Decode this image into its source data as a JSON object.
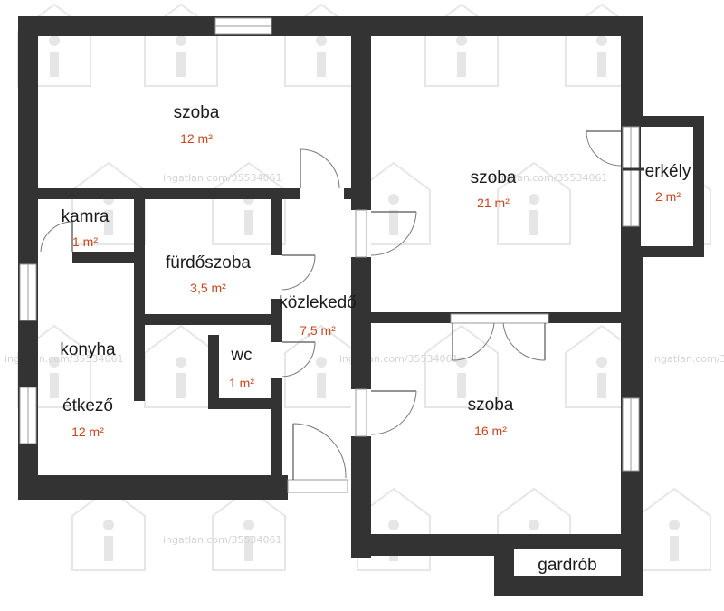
{
  "rooms": [
    {
      "name": "szoba",
      "area": "12 m²"
    },
    {
      "name": "szoba",
      "area": "21 m²"
    },
    {
      "name": "erkély",
      "area": "2 m²"
    },
    {
      "name": "kamra",
      "area": "1 m²"
    },
    {
      "name": "fürdőszoba",
      "area": "3,5 m²"
    },
    {
      "name": "közlekedő",
      "area": "7,5 m²"
    },
    {
      "name": "konyha",
      "area": ""
    },
    {
      "name": "étkező",
      "area": "12 m²"
    },
    {
      "name": "wc",
      "area": "1 m²"
    },
    {
      "name": "szoba",
      "area": "16 m²"
    },
    {
      "name": "gardrób",
      "area": ""
    }
  ],
  "watermark": {
    "text": "ingatlan.com/35534061"
  },
  "colors": {
    "wall": "#333333",
    "area_label": "#c8451f",
    "text": "#1a1a1a",
    "background": "#ffffff"
  }
}
